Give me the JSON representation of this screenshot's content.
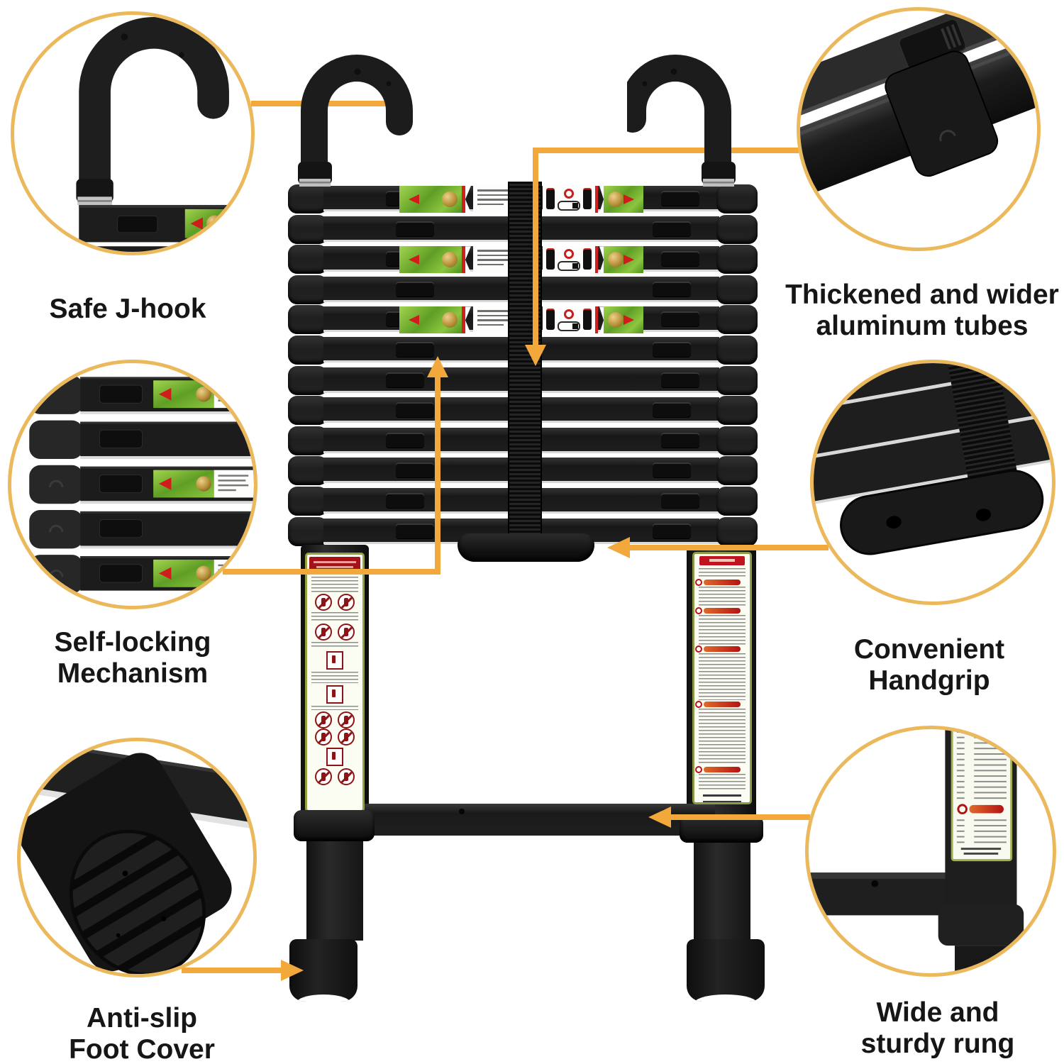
{
  "page_title": "Telescoping ladder feature diagram",
  "colors": {
    "callout_line": "#F2A83B",
    "circle_border": "#EBB85C",
    "ladder_black": "#1d1d1d",
    "rung_label_green": "#7DBF3B",
    "warning_red": "#C01420",
    "shield_gold": "#C49A3F"
  },
  "callouts": {
    "safe_j_hook": {
      "label": "Safe J-hook"
    },
    "thickened_tubes": {
      "line1": "Thickened and wider",
      "line2": "aluminum tubes"
    },
    "self_locking": {
      "line1": "Self-locking",
      "line2": "Mechanism"
    },
    "convenient_handgrip": {
      "line1": "Convenient",
      "line2": "Handgrip"
    },
    "anti_slip_foot": {
      "line1": "Anti-slip",
      "line2": "Foot Cover"
    },
    "wide_sturdy_rung": {
      "line1": "Wide and",
      "line2": "sturdy rung"
    }
  },
  "ladder": {
    "rung_rows": 12,
    "labeled_rung_rows": [
      0,
      2,
      4
    ],
    "hook_count": 2,
    "leg_count": 2
  }
}
